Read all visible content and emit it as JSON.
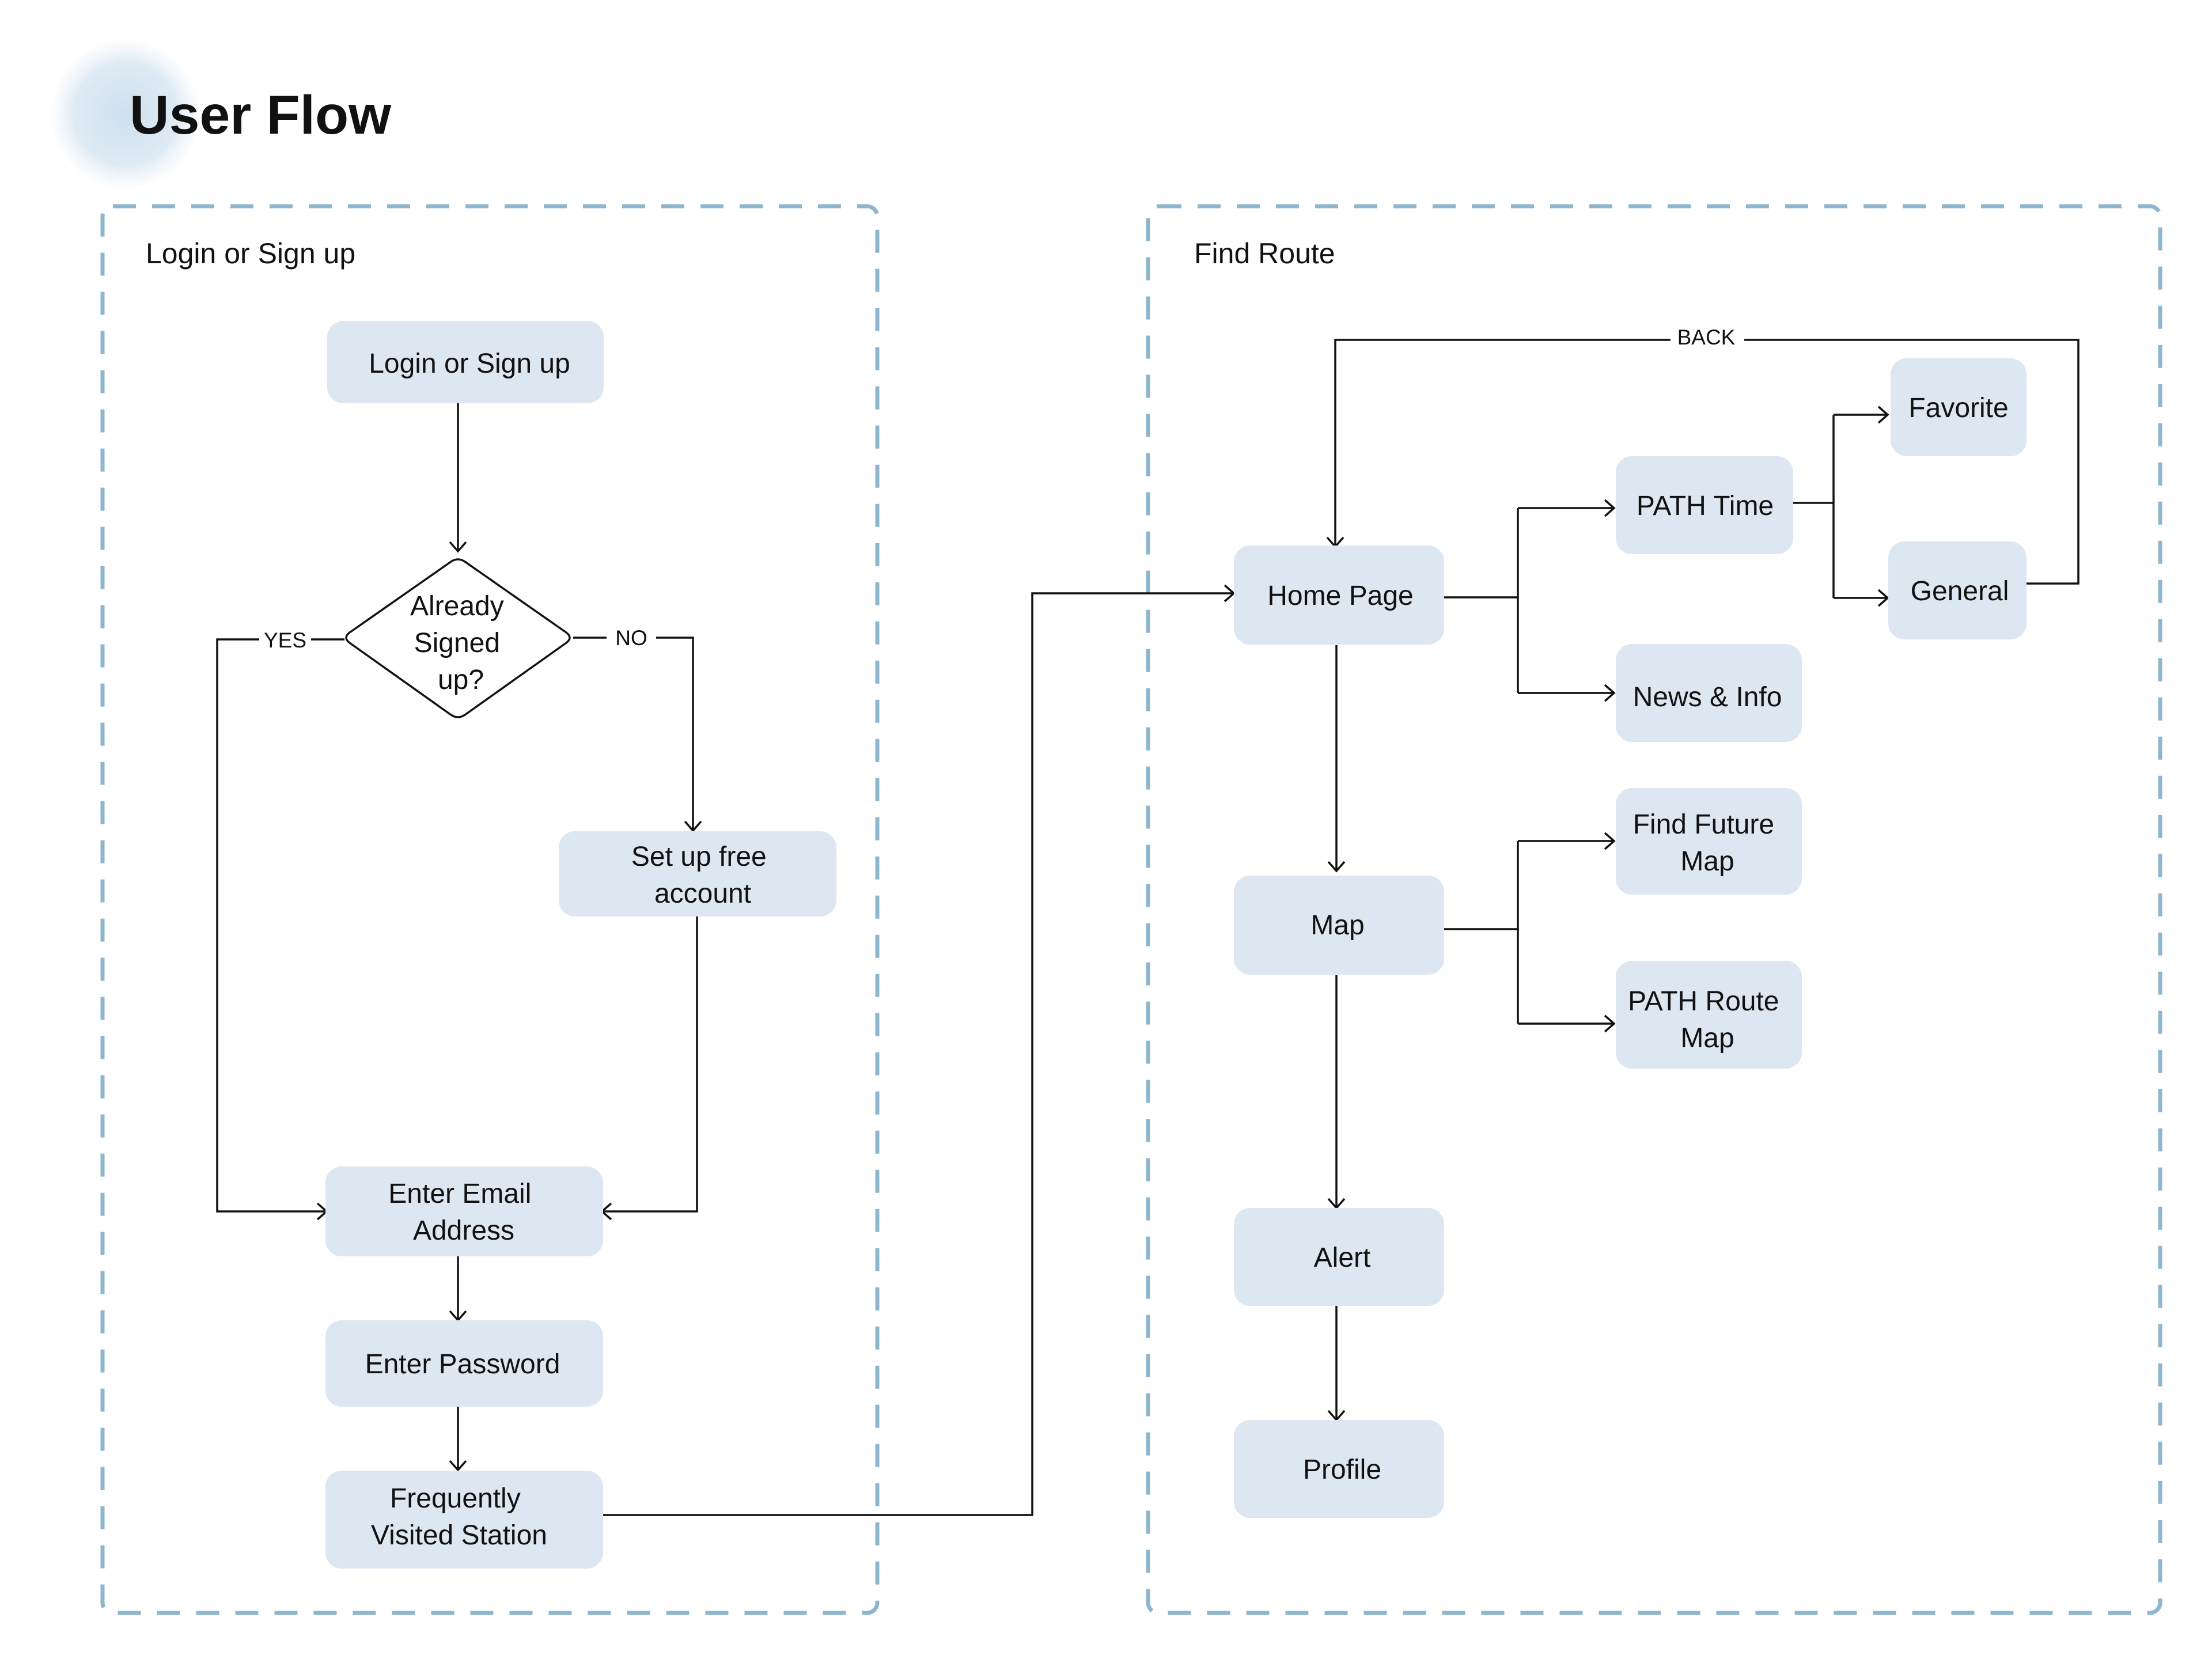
{
  "title": "User Flow",
  "colors": {
    "node_fill": "#dde7f1",
    "group_border": "#8fb6cf",
    "title_blob": "#dbe8f3",
    "edge": "#111111"
  },
  "groups": [
    {
      "id": "login",
      "title": "Login or Sign up"
    },
    {
      "id": "route",
      "title": "Find Route"
    }
  ],
  "nodes": {
    "login_signup": {
      "lines": [
        "Login or Sign up"
      ]
    },
    "already_signed": {
      "lines": [
        "Already",
        "Signed",
        "up?"
      ],
      "shape": "diamond"
    },
    "setup_account": {
      "lines": [
        "Set up free",
        "account"
      ]
    },
    "enter_email": {
      "lines": [
        "Enter Email",
        "Address"
      ]
    },
    "enter_password": {
      "lines": [
        "Enter Password"
      ]
    },
    "frequent_station": {
      "lines": [
        "Frequently",
        "Visited Station"
      ]
    },
    "home_page": {
      "lines": [
        "Home Page"
      ]
    },
    "path_time": {
      "lines": [
        "PATH Time"
      ]
    },
    "favorite": {
      "lines": [
        "Favorite"
      ]
    },
    "general": {
      "lines": [
        "General"
      ]
    },
    "news_info": {
      "lines": [
        "News & Info"
      ]
    },
    "map": {
      "lines": [
        "Map"
      ]
    },
    "find_future_map": {
      "lines": [
        "Find Future",
        "Map"
      ]
    },
    "path_route_map": {
      "lines": [
        "PATH Route",
        "Map"
      ]
    },
    "alert": {
      "lines": [
        "Alert"
      ]
    },
    "profile": {
      "lines": [
        "Profile"
      ]
    }
  },
  "edges": [
    {
      "from": "login_signup",
      "to": "already_signed"
    },
    {
      "from": "already_signed",
      "to": "enter_email",
      "label": "YES"
    },
    {
      "from": "already_signed",
      "to": "setup_account",
      "label": "NO"
    },
    {
      "from": "setup_account",
      "to": "enter_email"
    },
    {
      "from": "enter_email",
      "to": "enter_password"
    },
    {
      "from": "enter_password",
      "to": "frequent_station"
    },
    {
      "from": "frequent_station",
      "to": "home_page"
    },
    {
      "from": "home_page",
      "to": "path_time"
    },
    {
      "from": "home_page",
      "to": "news_info"
    },
    {
      "from": "path_time",
      "to": "favorite"
    },
    {
      "from": "path_time",
      "to": "general"
    },
    {
      "from": "general",
      "to": "home_page",
      "label": "BACK"
    },
    {
      "from": "home_page",
      "to": "map"
    },
    {
      "from": "map",
      "to": "find_future_map"
    },
    {
      "from": "map",
      "to": "path_route_map"
    },
    {
      "from": "map",
      "to": "alert"
    },
    {
      "from": "alert",
      "to": "profile"
    }
  ]
}
